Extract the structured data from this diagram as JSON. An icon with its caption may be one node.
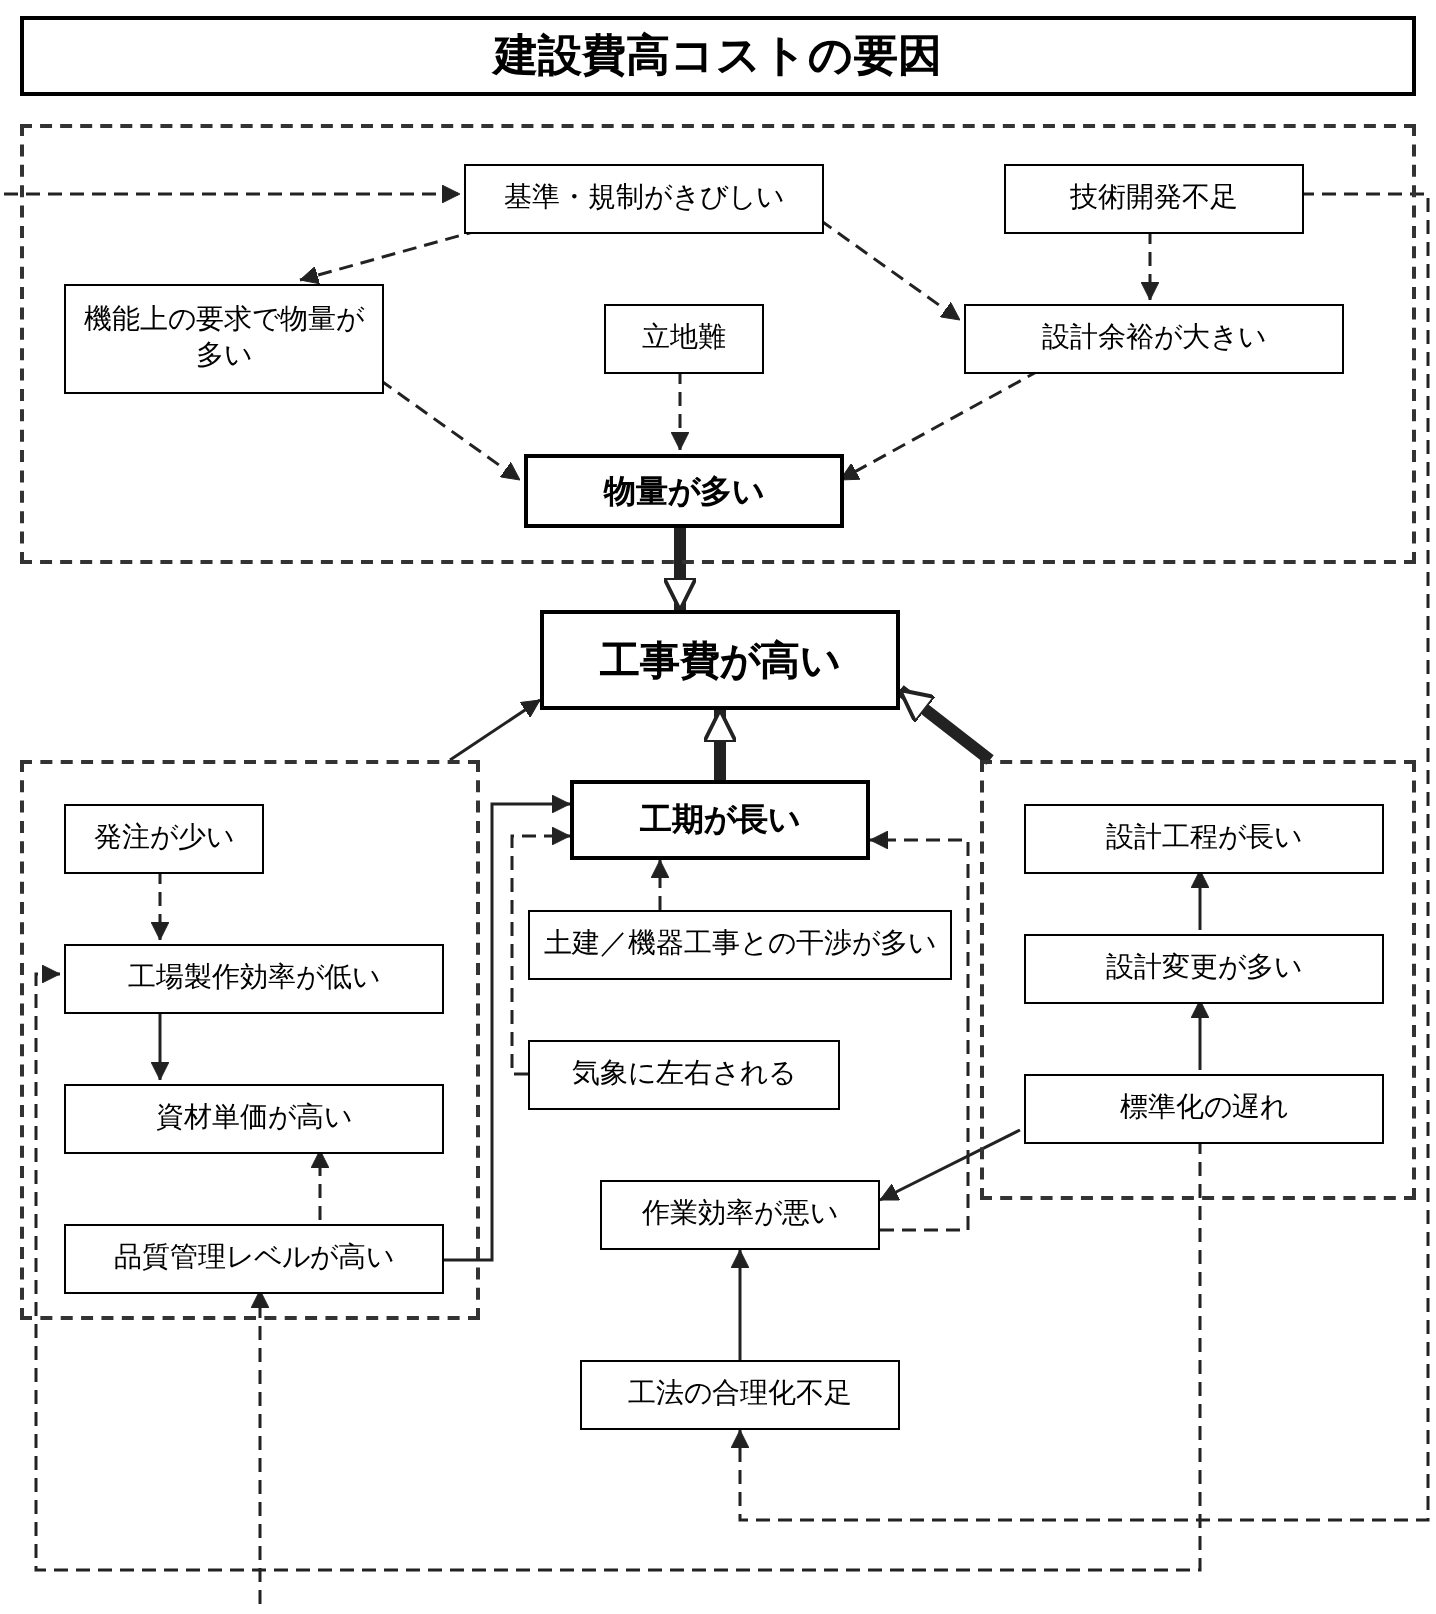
{
  "diagram": {
    "title": "建設費高コストの要因",
    "nodes": [
      {
        "text": [],
        "shape": "box"
      },
      {
        "text": [
          "技術開発不足"
        ],
        "in": 0
      },
      {
        "text": [
          "設計余裕が大きい"
        ],
        "in": 0
      },
      {
        "text": [
          "基準・規制がきびしい"
        ],
        "in": 0
      },
      {
        "text": [
          "立地難"
        ],
        "in": 0
      },
      {
        "text": [
          "物量が多い"
        ],
        "in": 0
      },
      {
        "text": [
          "機能上の要求で物量が多い"
        ],
        "in": 0
      },
      {
        "text": [],
        "shape": "box"
      },
      {
        "text": [
          "設計工程が長い"
        ],
        "in": 7
      },
      {
        "text": [
          "設計変更が多い"
        ],
        "in": 7
      },
      {
        "text": [
          "標準化の遅れ"
        ],
        "in": 7
      },
      {
        "text": [
          "工事費が高い"
        ]
      },
      {
        "text": [],
        "shape": "box"
      },
      {
        "text": [
          "発注が少い"
        ],
        "in": 12
      },
      {
        "text": [
          "工場製作効率が低い"
        ],
        "in": 12
      },
      {
        "text": [
          "資材単価が高い"
        ],
        "in": 12
      },
      {
        "text": [
          "品質管理レベルが高い"
        ],
        "in": 12
      },
      {
        "text": [
          "作業効率が悪い"
        ]
      },
      {
        "text": [
          "工法の合理化不足"
        ]
      },
      {
        "text": [
          "工期が長い"
        ]
      },
      {
        "text": [
          "土建／機器工事との干渉が多い"
        ]
      },
      {
        "text": [
          "気象に左右される"
        ]
      }
    ],
    "edges": [
      {
        "from": 1,
        "to": 2,
        "arrow": "to",
        "style": "dashed"
      },
      {
        "from": 3,
        "to": 2,
        "arrow": "to",
        "style": "dashed"
      },
      {
        "from": 3,
        "to": 6,
        "arrow": "to",
        "style": "dashed"
      },
      {
        "from": 2,
        "to": 5,
        "arrow": "to",
        "style": "dashed"
      },
      {
        "from": 4,
        "to": 5,
        "arrow": "to",
        "style": "dashed"
      },
      {
        "from": 6,
        "to": 5,
        "arrow": "to",
        "style": "dashed"
      },
      {
        "from": 5,
        "to": 11,
        "arrow": "to",
        "style": "thick"
      },
      {
        "from": 7,
        "to": 11,
        "arrow": "to",
        "style": "thick"
      },
      {
        "from": 12,
        "to": 11,
        "arrow": "to"
      },
      {
        "from": 19,
        "to": 11,
        "arrow": "to",
        "style": "thick"
      },
      {
        "from": 10,
        "to": 9,
        "arrow": "to"
      },
      {
        "from": 9,
        "to": 8,
        "arrow": "to"
      },
      {
        "from": 10,
        "to": 17,
        "arrow": "to"
      },
      {
        "from": 18,
        "to": 17,
        "arrow": "to"
      },
      {
        "from": 17,
        "to": 19,
        "arrow": "to",
        "style": "dashed"
      },
      {
        "from": 20,
        "to": 19,
        "arrow": "to",
        "style": "dashed"
      },
      {
        "from": 21,
        "to": 19,
        "arrow": "to",
        "style": "dashed"
      },
      {
        "from": 16,
        "to": 19,
        "arrow": "to"
      },
      {
        "from": 13,
        "to": 14,
        "arrow": "to",
        "style": "dashed"
      },
      {
        "from": 14,
        "to": 15,
        "arrow": "to"
      },
      {
        "from": 16,
        "to": 15,
        "arrow": "to",
        "style": "dashed"
      },
      {
        "from": 1,
        "to": 18,
        "arrow": "to",
        "style": "dashed"
      },
      {
        "from": 10,
        "to": 14,
        "arrow": "to",
        "style": "dashed"
      },
      {
        "from": null,
        "to": 3,
        "arrow": "to",
        "style": "dashed"
      },
      {
        "from": null,
        "to": 16,
        "arrow": "to",
        "style": "dashed"
      }
    ]
  }
}
